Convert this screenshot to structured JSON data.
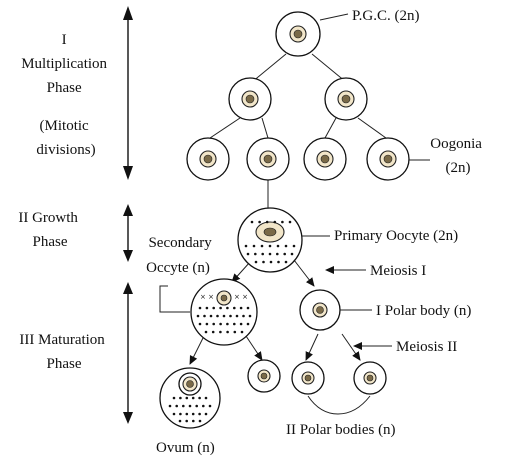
{
  "phases": {
    "multiplication": [
      "I",
      "Multiplication",
      "Phase",
      "(Mitotic",
      "divisions)"
    ],
    "growth": [
      "II Growth",
      "Phase"
    ],
    "maturation": [
      "III Maturation",
      "Phase"
    ]
  },
  "labels": {
    "pgc": "P.G.C. (2n)",
    "oogonia": [
      "Oogonia",
      "(2n)"
    ],
    "primary_oocyte": "Primary Oocyte (2n)",
    "secondary_oocyte": [
      "Secondary",
      "Occyte (n)"
    ],
    "meiosis_1": "Meiosis I",
    "first_polar_body": "I Polar body (n)",
    "meiosis_2": "Meiosis II",
    "second_polar_bodies": "II Polar bodies (n)",
    "ovum": "Ovum (n)"
  }
}
